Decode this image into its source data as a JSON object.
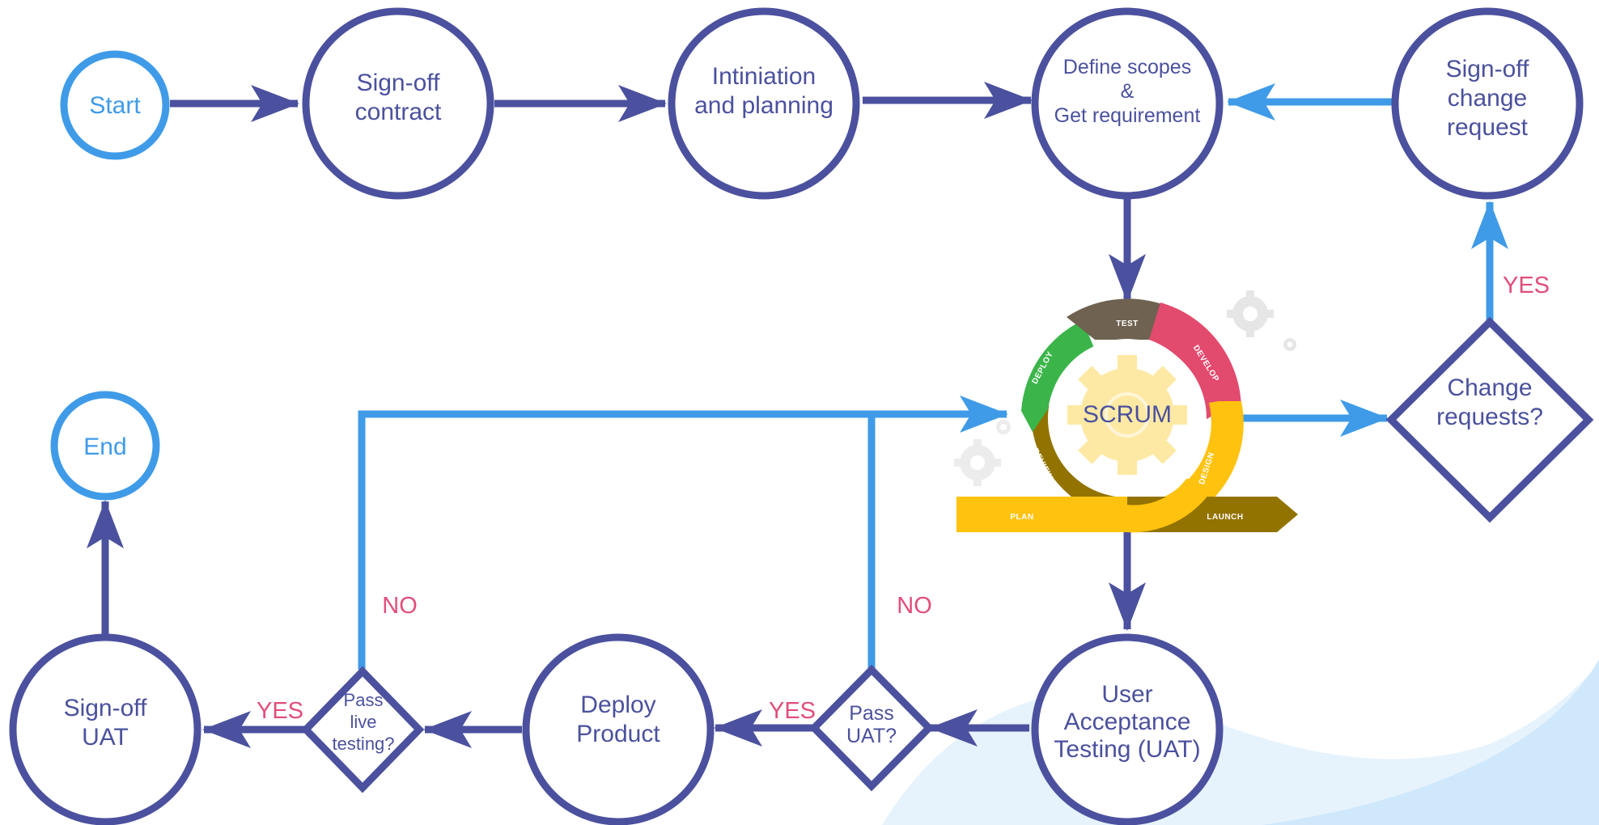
{
  "colors": {
    "node_stroke": "#4b519e",
    "terminal_stroke": "#3f9be8",
    "loop_arrow": "#3f9be8",
    "yes_no_text": "#e14e7a",
    "scrum_test": "#6f6250",
    "scrum_develop": "#e24a6e",
    "scrum_design": "#ffc20e",
    "scrum_review": "#937300",
    "scrum_deploy": "#3bb54a",
    "scrum_plan": "#ffc20e",
    "scrum_launch": "#937300",
    "scrum_gear": "#fde9a4",
    "background_wave": "#cfe8fb"
  },
  "nodes": {
    "start": "Start",
    "end": "End",
    "signoff_contract": [
      "Sign-off",
      "contract"
    ],
    "initiation": [
      "Intiniation",
      "and planning"
    ],
    "define_scopes": [
      "Define scopes",
      "&",
      "Get requirement"
    ],
    "signoff_change": [
      "Sign-off",
      "change",
      "request"
    ],
    "change_requests": [
      "Change",
      "requests?"
    ],
    "uat": [
      "User",
      "Acceptance",
      "Testing (UAT)"
    ],
    "pass_uat": [
      "Pass",
      "UAT?"
    ],
    "deploy_product": [
      "Deploy",
      "Product"
    ],
    "pass_live": [
      "Pass",
      "live",
      "testing?"
    ],
    "signoff_uat": [
      "Sign-off",
      "UAT"
    ]
  },
  "scrum": {
    "title": "SCRUM",
    "segments": {
      "test": "TEST",
      "develop": "DEVELOP",
      "design": "DESIGN",
      "review": "REVIEW",
      "deploy": "DEPLOY",
      "plan": "PLAN",
      "launch": "LAUNCH"
    }
  },
  "edge_labels": {
    "yes_change": "YES",
    "no_live": "NO",
    "no_uat": "NO",
    "yes_uat": "YES",
    "yes_live": "YES"
  }
}
